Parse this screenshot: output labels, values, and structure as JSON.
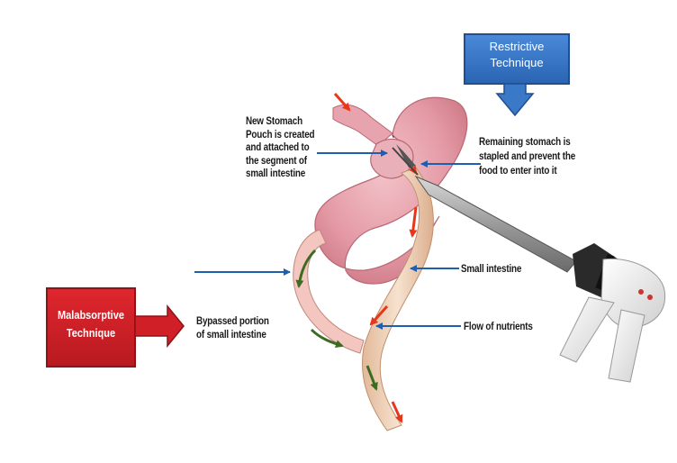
{
  "restrictive_box": {
    "line1": "Restrictive",
    "line2": "Technique",
    "color": "#2f6fc4",
    "border_color": "#1f4f93"
  },
  "malabsorptive_box": {
    "line1": "Malabsorptive",
    "line2": "Technique",
    "color": "#d01f26",
    "border_color": "#8e1218"
  },
  "labels": {
    "new_pouch": [
      "New Stomach",
      "Pouch is created",
      "and attached to",
      "the segment of",
      "small intestine"
    ],
    "remaining_stomach": [
      "Remaining stomach is",
      "stapled and prevent the",
      "food to enter into it"
    ],
    "small_intestine": "Small intestine",
    "flow_of_nutrients": "Flow of nutrients",
    "bypassed_portion": [
      "Bypassed portion",
      "of small intestine"
    ]
  },
  "colors": {
    "pointer_arrow": "#1f5fb0",
    "food_flow_arrow": "#e8361a",
    "bypass_flow_arrow": "#3d6b22",
    "stomach": "#e7a3ae",
    "intestine": "#f1d7bf"
  },
  "icons": {
    "device": "laparoscopic-stapler-icon"
  }
}
